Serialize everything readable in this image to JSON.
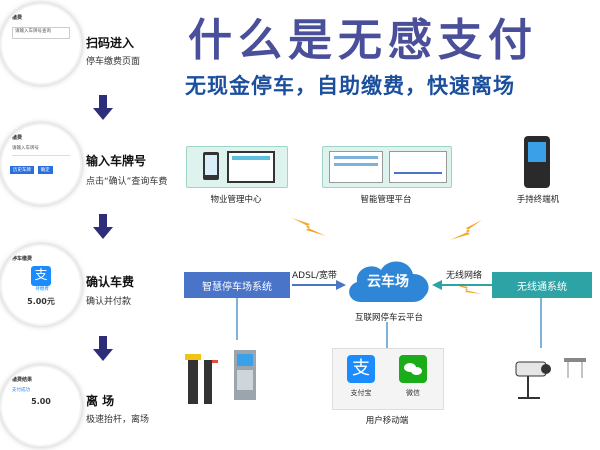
{
  "header": {
    "headline": "什么是无感支付",
    "subheadline": "无现金停车，自助缴费，快速离场"
  },
  "steps": [
    {
      "title": "扫码进入",
      "sub": "停车缴费页面",
      "phone": {
        "title": "缴费",
        "lines": [
          "请输入车牌号查询"
        ],
        "buttons": []
      }
    },
    {
      "title": "输入车牌号",
      "sub": "点击“确认”查询车费",
      "phone": {
        "title": "缴费",
        "lines": [
          "请输入车牌号"
        ],
        "buttons": [
          "历史车牌",
          "确定"
        ]
      }
    },
    {
      "title": "确认车费",
      "sub": "确认并付款",
      "phone": {
        "title": "停车缴费",
        "lines": [
          "支付宝",
          "待缴费"
        ],
        "amount": "5.00元"
      }
    },
    {
      "title": "离  场",
      "sub": "极速抬杆，离场",
      "phone": {
        "title": "缴费结果",
        "lines": [
          "支付成功"
        ],
        "amount": "5.00"
      }
    }
  ],
  "diagram": {
    "devices": [
      {
        "name": "物业管理中心"
      },
      {
        "name": "智能管理平台"
      },
      {
        "name": "手持终端机"
      }
    ],
    "systems": {
      "left": "智慧停车场系统",
      "cloud": "云车场",
      "right": "无线通系统"
    },
    "links": {
      "left": "ADSL/宽带",
      "right": "无线网络"
    },
    "cloud_caption": "互联网停车云平台",
    "mobile": {
      "apps": [
        "支付宝",
        "微信"
      ],
      "caption": "用户移动端"
    },
    "colors": {
      "system_box": "#4a74c8",
      "wireless_box": "#2ea3a6",
      "cloud": "#2f86d6",
      "bolt": "#f5a623",
      "arrow": "#2d2d7a"
    }
  }
}
